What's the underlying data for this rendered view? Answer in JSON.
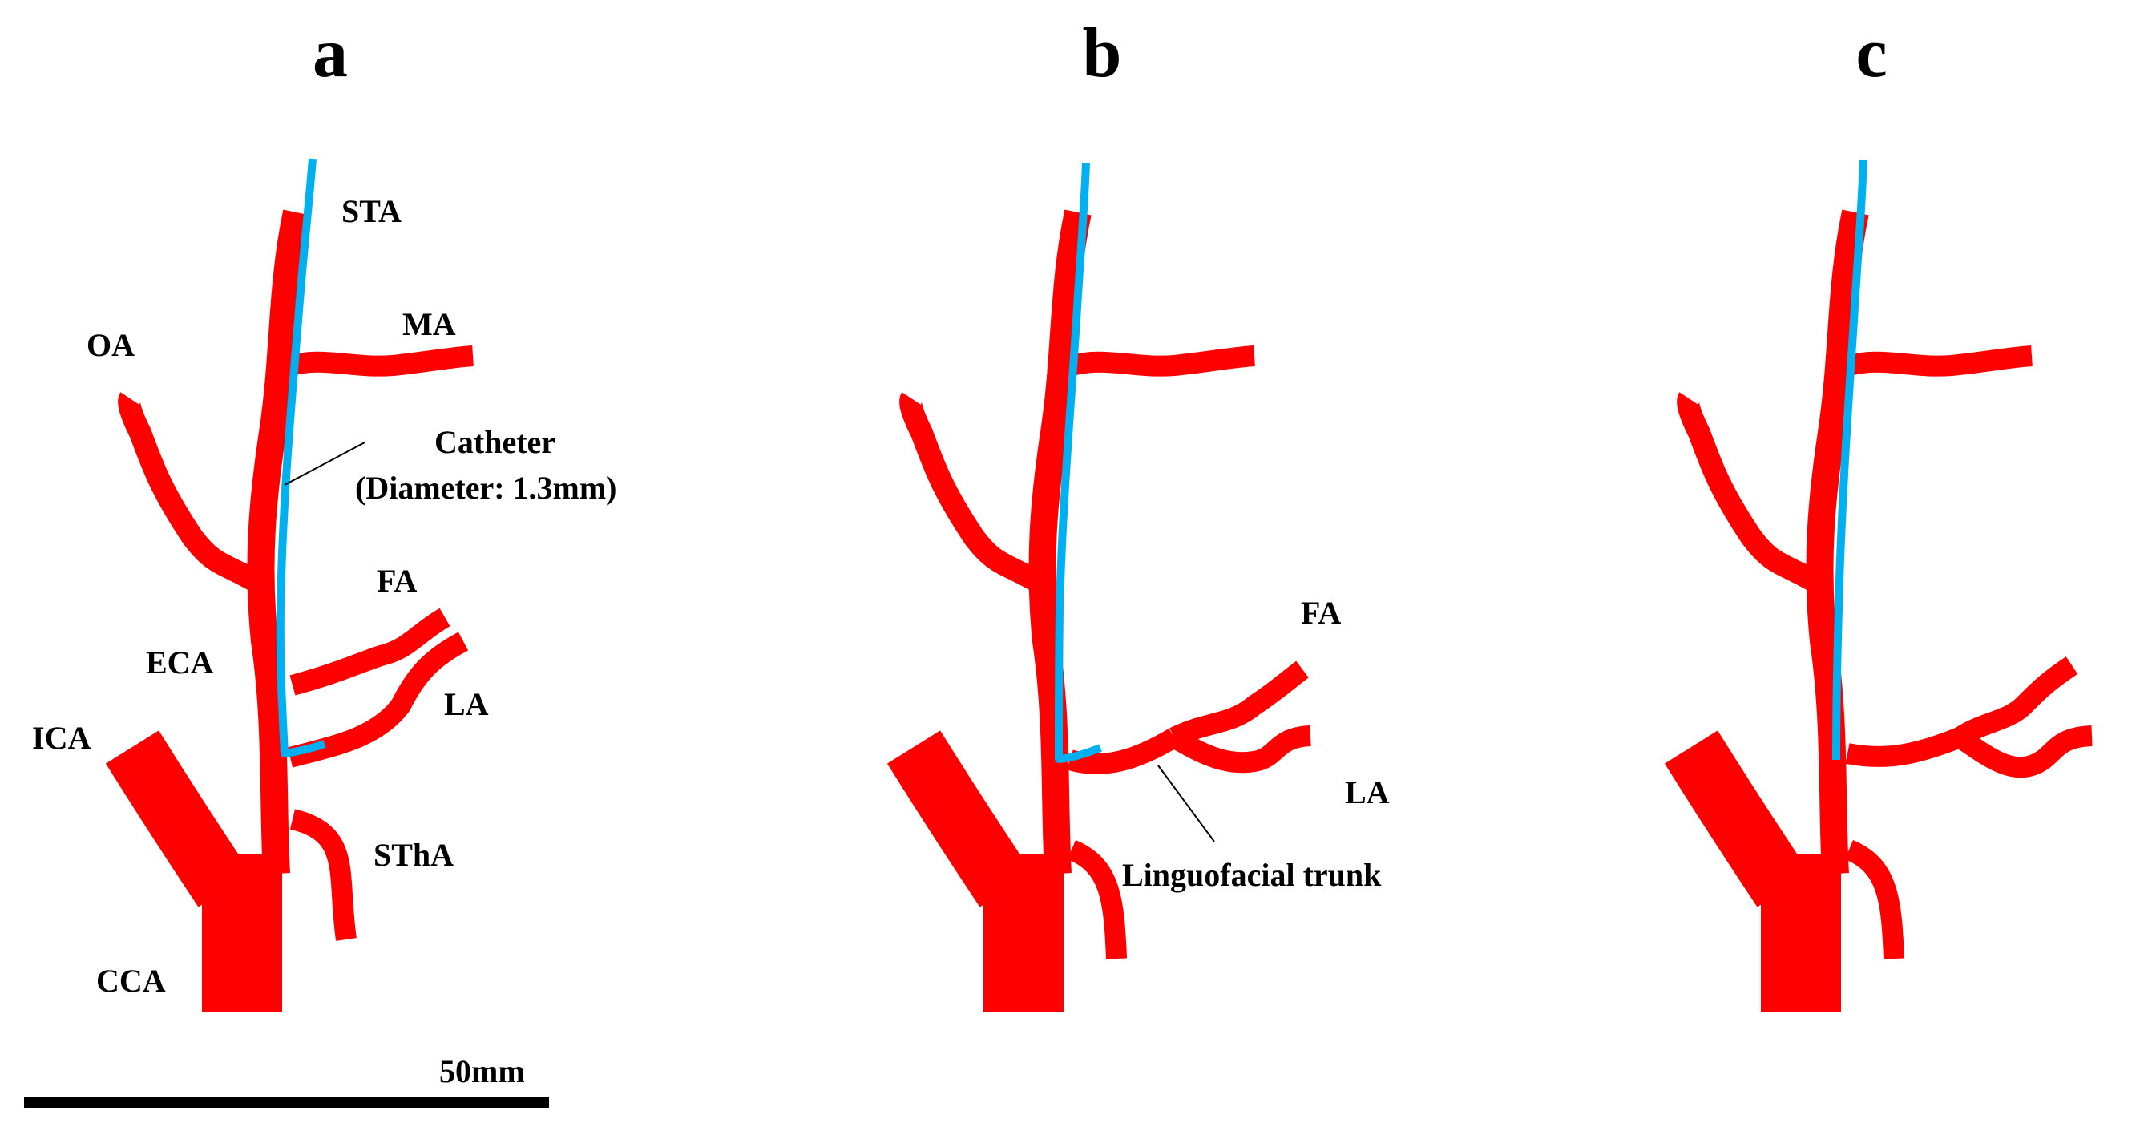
{
  "colors": {
    "artery": "#ff0000",
    "catheter": "#00b0f0",
    "text": "#000000",
    "background": "#ffffff"
  },
  "panels": {
    "a": {
      "letter": "a",
      "labels": {
        "sta": "STA",
        "ma": "MA",
        "oa": "OA",
        "catheter_line1": "Catheter",
        "catheter_line2": "(Diameter: 1.3mm)",
        "fa": "FA",
        "eca": "ECA",
        "la": "LA",
        "ica": "ICA",
        "stha": "SThA",
        "cca": "CCA"
      }
    },
    "b": {
      "letter": "b",
      "labels": {
        "fa": "FA",
        "la": "LA",
        "linguofacial_trunk": "Linguofacial trunk"
      }
    },
    "c": {
      "letter": "c"
    }
  },
  "scale_bar": {
    "label": "50mm"
  }
}
